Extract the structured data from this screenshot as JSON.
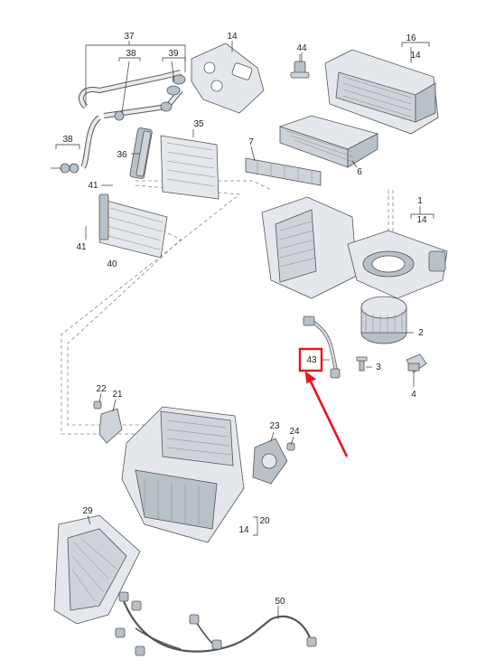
{
  "callouts": {
    "c37": "37",
    "c14a": "14",
    "c38a": "38",
    "c39": "39",
    "c44": "44",
    "c16": "16",
    "c14b": "14",
    "c35": "35",
    "c36": "36",
    "c7": "7",
    "c38b": "38",
    "c41a": "41",
    "c6": "6",
    "c1": "1",
    "c14c": "14",
    "c41b": "41",
    "c40": "40",
    "c2": "2",
    "c43": "43",
    "c3": "3",
    "c4": "4",
    "c22": "22",
    "c21": "21",
    "c23": "23",
    "c24": "24",
    "c29": "29",
    "c20": "20",
    "c14d": "14",
    "c50": "50"
  },
  "highlight": {
    "target": "43",
    "color": "#e8141c"
  },
  "colors": {
    "parts": "#cdd3d9",
    "outline": "#555555",
    "highlight": "#e8141c"
  }
}
